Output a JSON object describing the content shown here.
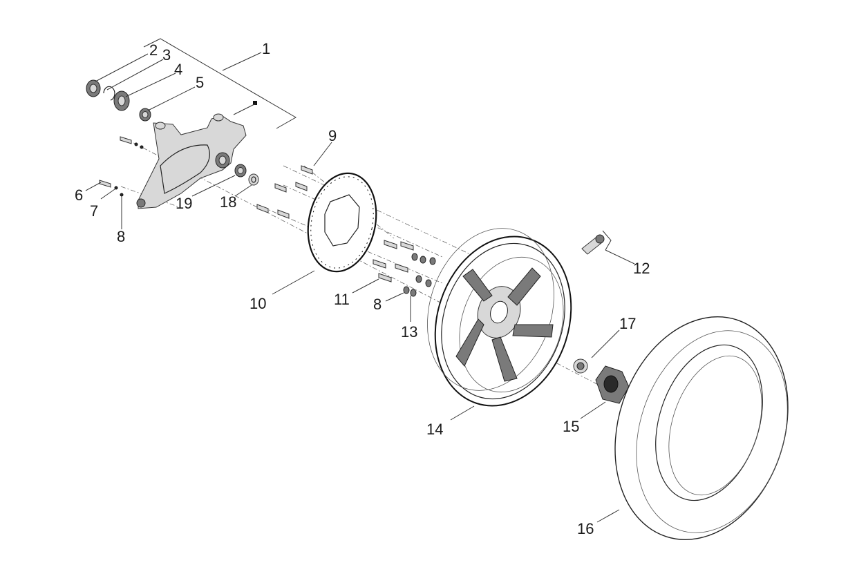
{
  "diagram": {
    "callouts": [
      {
        "id": "c1",
        "text": "1"
      },
      {
        "id": "c2",
        "text": "2"
      },
      {
        "id": "c3",
        "text": "3"
      },
      {
        "id": "c4",
        "text": "4"
      },
      {
        "id": "c5",
        "text": "5"
      },
      {
        "id": "c6",
        "text": "6"
      },
      {
        "id": "c7",
        "text": "7"
      },
      {
        "id": "c8a",
        "text": "8"
      },
      {
        "id": "c9",
        "text": "9"
      },
      {
        "id": "c10",
        "text": "10"
      },
      {
        "id": "c11",
        "text": "11"
      },
      {
        "id": "c8b",
        "text": "8"
      },
      {
        "id": "c12",
        "text": "12"
      },
      {
        "id": "c13",
        "text": "13"
      },
      {
        "id": "c14",
        "text": "14"
      },
      {
        "id": "c15",
        "text": "15"
      },
      {
        "id": "c16",
        "text": "16"
      },
      {
        "id": "c17",
        "text": "17"
      },
      {
        "id": "c18",
        "text": "18"
      },
      {
        "id": "c19",
        "text": "19"
      }
    ]
  }
}
